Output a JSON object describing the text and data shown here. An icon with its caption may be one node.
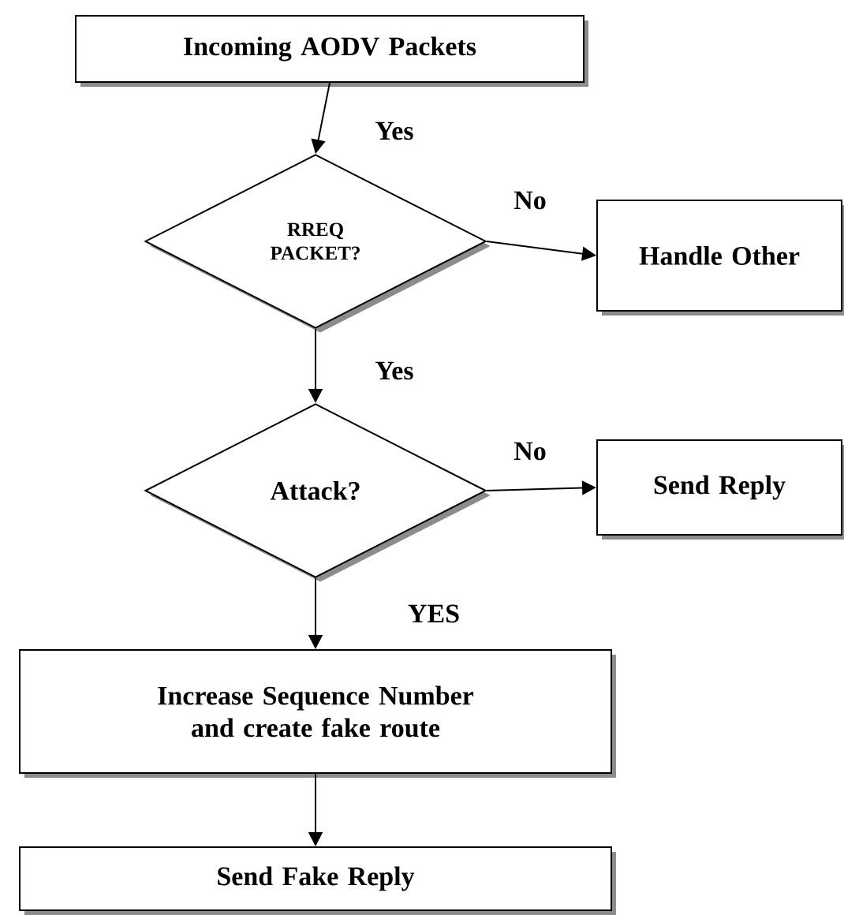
{
  "diagram": {
    "nodes": [
      {
        "text": [
          "Incoming AODV Packets"
        ]
      },
      {
        "text": [
          "RREQ PACKET?"
        ]
      },
      {
        "text": [
          "Handle Other"
        ]
      },
      {
        "text": [
          "Attack?"
        ]
      },
      {
        "text": [
          "Send Reply"
        ]
      },
      {
        "text": [
          "Increase Sequence Number and create fake route"
        ]
      },
      {
        "text": [
          "Send Fake Reply"
        ]
      }
    ],
    "edges": [
      {
        "from": 0,
        "to": 1,
        "arrow": "to",
        "label": "Yes"
      },
      {
        "from": 1,
        "to": 2,
        "arrow": "to",
        "label": "No"
      },
      {
        "from": 1,
        "to": 3,
        "arrow": "to",
        "label": "Yes"
      },
      {
        "from": 3,
        "to": 4,
        "arrow": "to",
        "label": "No"
      },
      {
        "from": 3,
        "to": 5,
        "arrow": "to",
        "label": "YES"
      },
      {
        "from": 5,
        "to": 6,
        "arrow": "to"
      }
    ]
  }
}
